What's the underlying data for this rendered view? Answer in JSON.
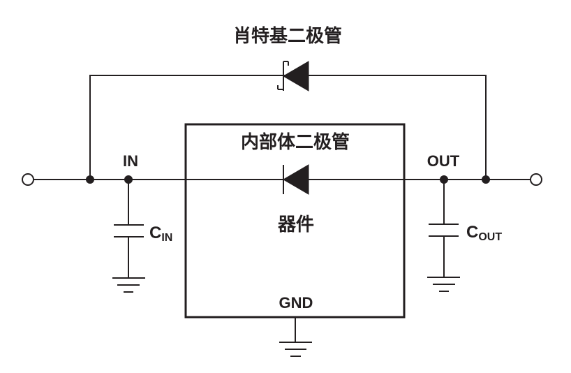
{
  "diagram": {
    "title_schottky": "肖特基二极管",
    "title_internal": "内部体二极管",
    "device_label": "器件",
    "pin_in": "IN",
    "pin_out": "OUT",
    "pin_gnd": "GND",
    "cin_main": "C",
    "cin_sub": "IN",
    "cout_main": "C",
    "cout_sub": "OUT",
    "colors": {
      "line": "#231f20",
      "background": "#ffffff"
    }
  }
}
